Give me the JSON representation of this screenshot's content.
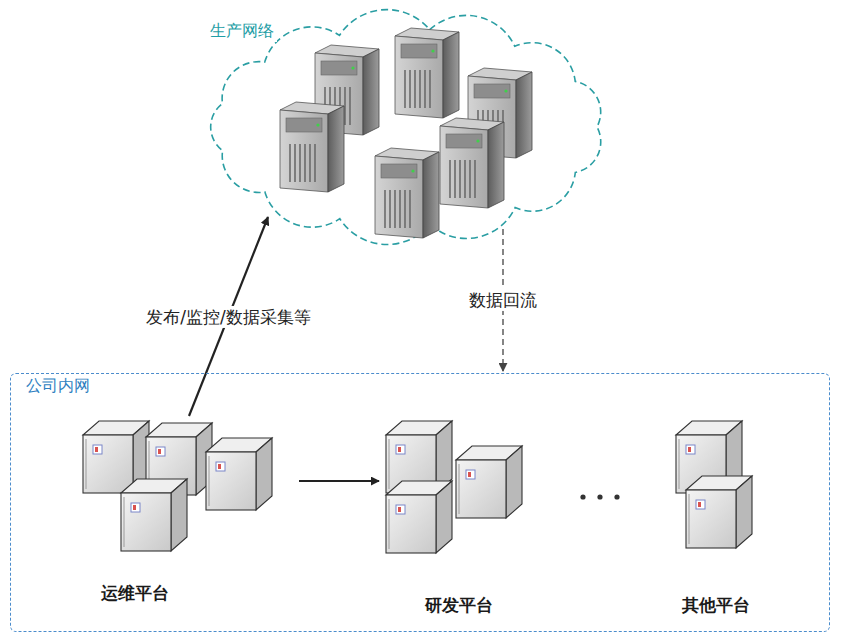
{
  "diagram": {
    "nodes": [
      {
        "text": [
          "生产网络"
        ]
      },
      {
        "text": [
          "公司内网"
        ]
      },
      {
        "text": [
          "运维平台"
        ],
        "in": 1
      },
      {
        "text": [
          "研发平台"
        ],
        "in": 1
      },
      {
        "text": [
          "其他平台"
        ],
        "in": 1
      }
    ],
    "edges": [
      {
        "from": 2,
        "to": 0,
        "label": "发布/监控/数据采集等",
        "arrow": "to"
      },
      {
        "from": 0,
        "to": 1,
        "label": "数据回流",
        "arrow": "to"
      },
      {
        "from": 2,
        "to": 3,
        "arrow": "to"
      }
    ]
  }
}
